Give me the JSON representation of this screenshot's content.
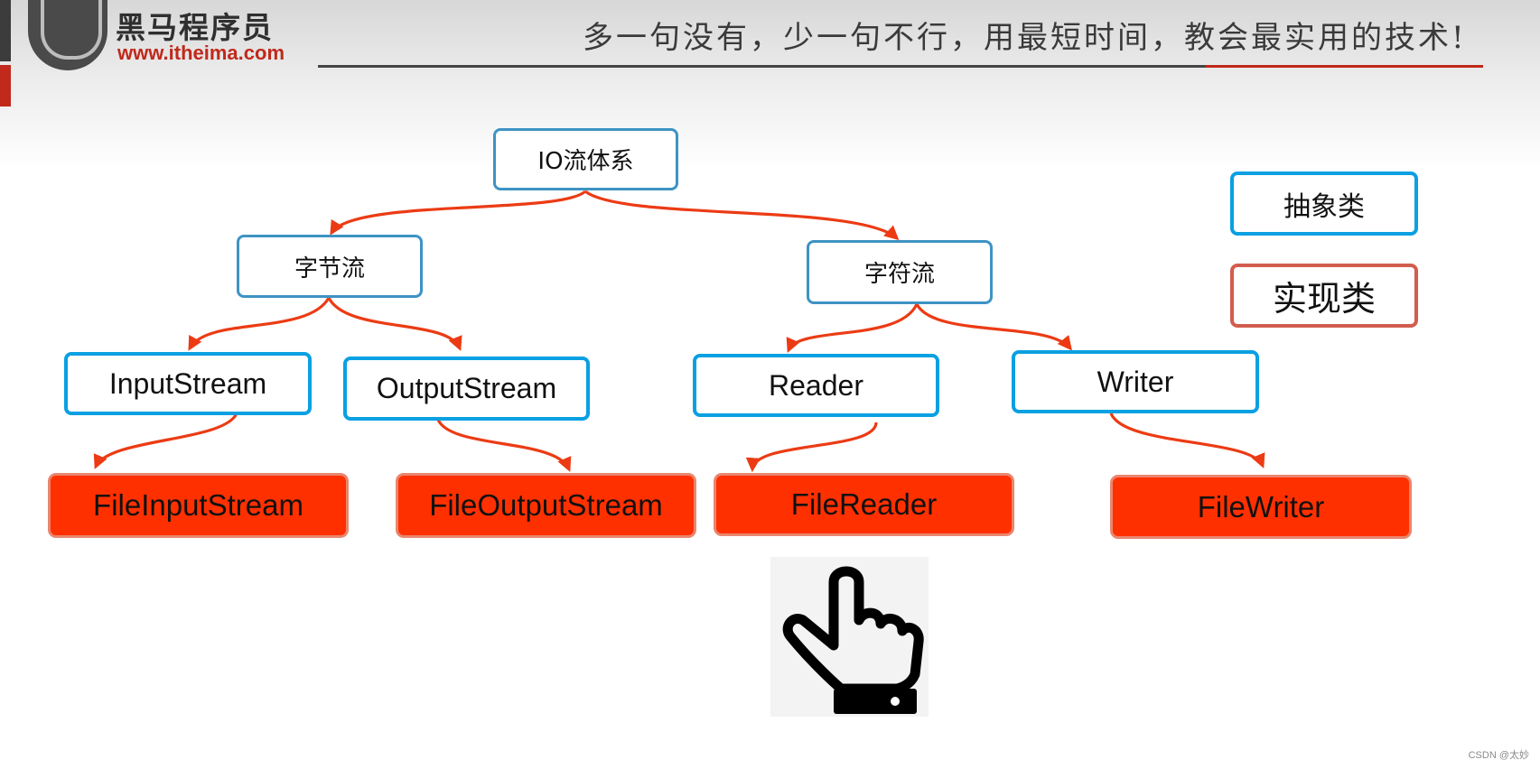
{
  "header": {
    "brand_name": "黑马程序员",
    "brand_url": "www.itheima.com",
    "slogan": "多一句没有，少一句不行，用最短时间，教会最实用的技术!"
  },
  "diagram": {
    "root": "IO流体系",
    "byte_stream": "字节流",
    "char_stream": "字符流",
    "input_stream": "InputStream",
    "output_stream": "OutputStream",
    "reader": "Reader",
    "writer": "Writer",
    "file_input_stream": "FileInputStream",
    "file_output_stream": "FileOutputStream",
    "file_reader": "FileReader",
    "file_writer": "FileWriter"
  },
  "legend": {
    "abstract_class": "抽象类",
    "implementation_class": "实现类"
  },
  "watermark": "CSDN @太妙",
  "colors": {
    "abstract_border": "#3e93c4",
    "implementation_fill": "#ff3000",
    "arrow": "#ec3b14"
  },
  "icons": {
    "pointer": "pointing-hand-icon",
    "logo": "horse-logo-icon"
  }
}
